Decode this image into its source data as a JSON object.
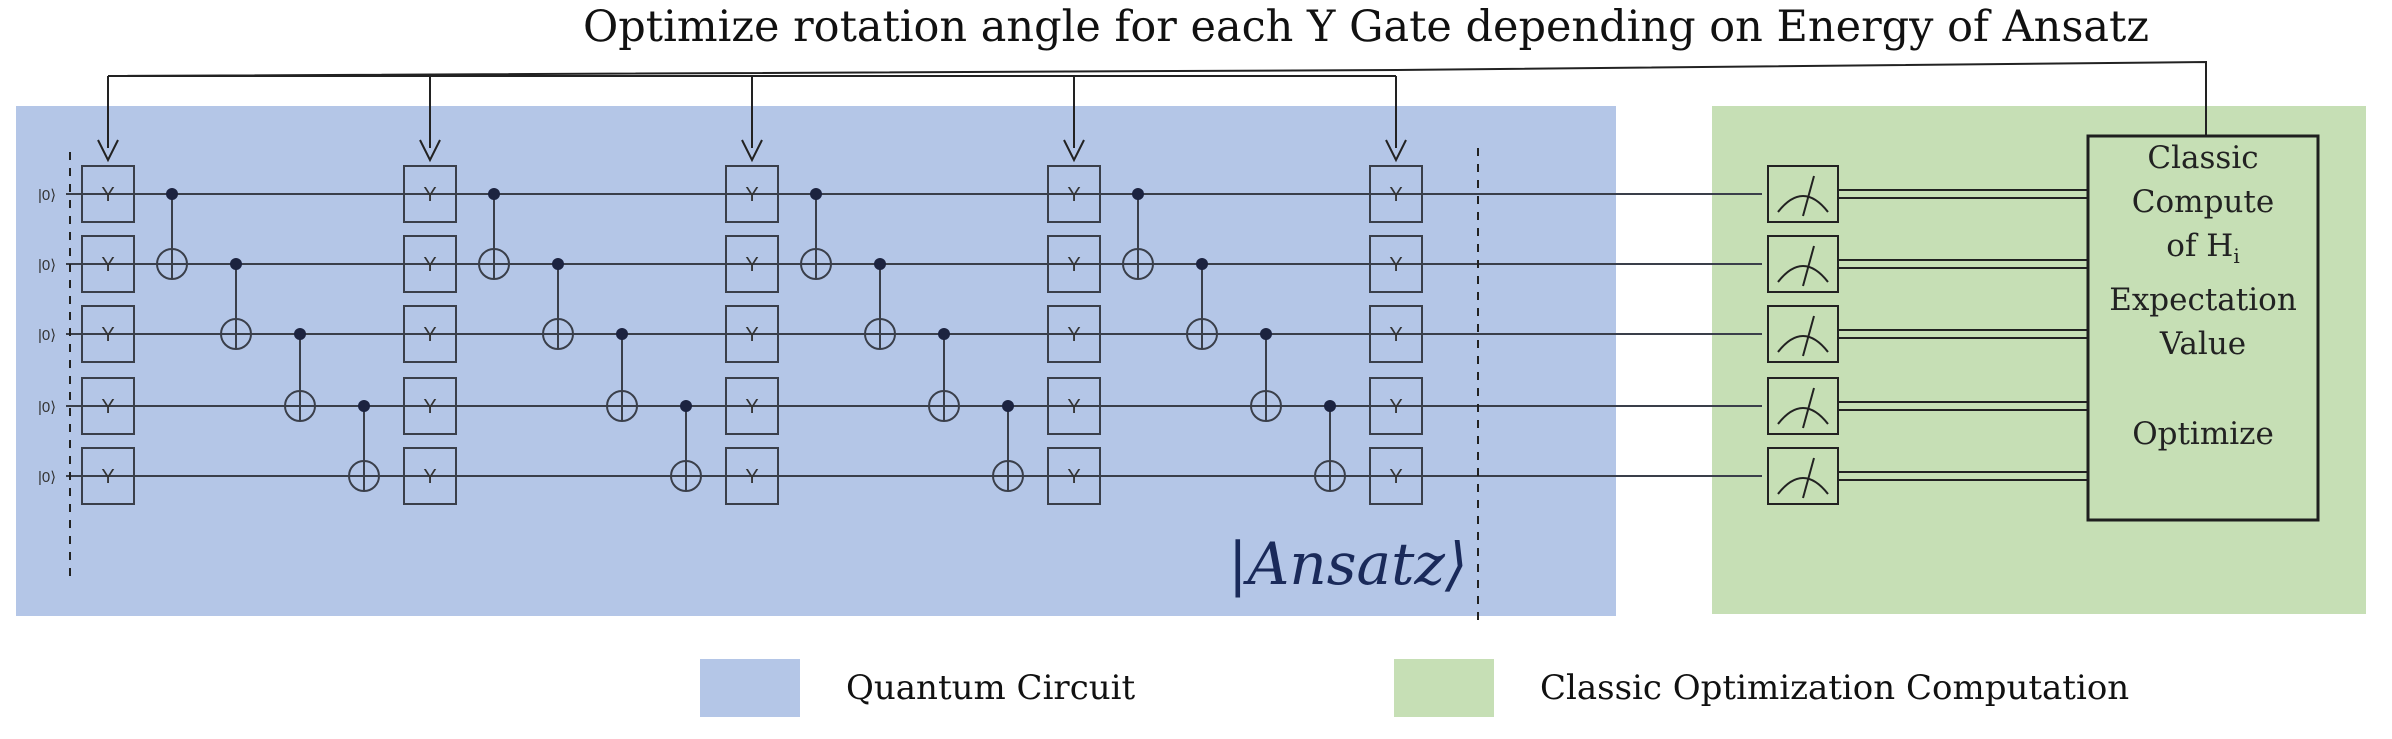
{
  "title": "Optimize rotation angle for each Y Gate depending on Energy of Ansatz",
  "ansatz_label": "|Ansatz⟩",
  "circuit": {
    "qubit_initial_state": "|0⟩",
    "num_qubits": 5,
    "num_layers": 5,
    "gate_label": "Y",
    "entangler": "cnot-ladder"
  },
  "classic_box": {
    "lines": [
      "Classic",
      "Compute",
      "of H",
      "Expectation",
      "Value"
    ],
    "subscript": "i",
    "optimize_label": "Optimize"
  },
  "legend": [
    {
      "label": "Quantum Circuit",
      "color": "#b4c6e7"
    },
    {
      "label": "Classic Optimization Computation",
      "color": "#c6dfb5"
    }
  ],
  "colors": {
    "quantum_bg": "#b4c6e7",
    "classic_bg": "#c6dfb5",
    "wire": "#3a3f4a",
    "control_dot": "#1c2340",
    "ansatz_text": "#1a2a5a"
  },
  "icons": [
    "measurement-meter-icon",
    "cnot-target-icon",
    "control-dot-icon",
    "feedback-arrow-icon"
  ]
}
